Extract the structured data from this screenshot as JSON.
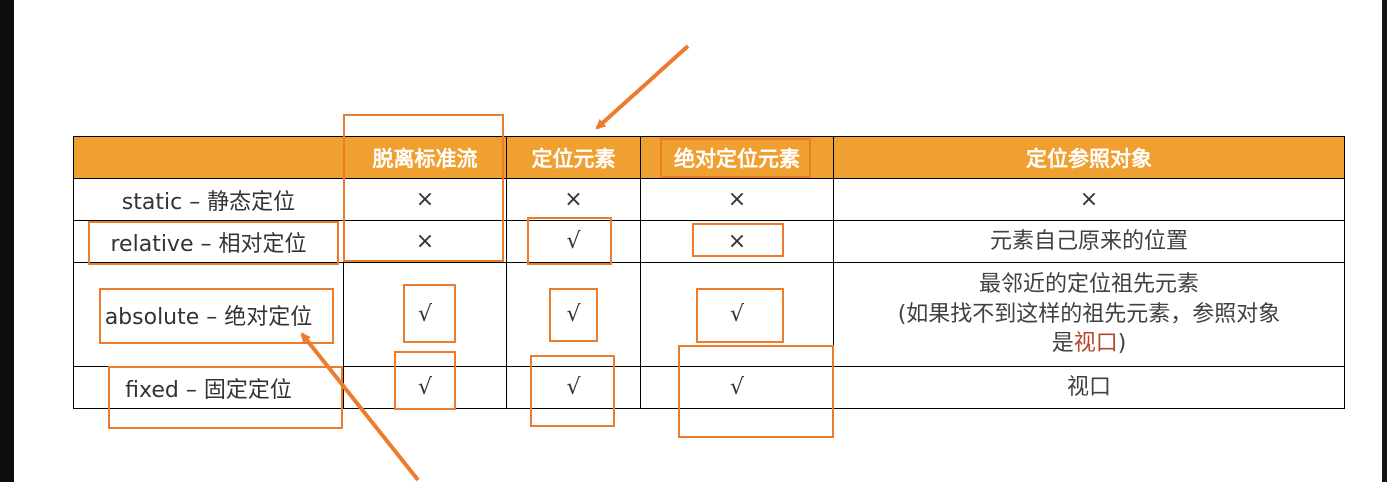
{
  "headers": [
    "",
    "脱离标准流",
    "定位元素",
    "绝对定位元素",
    "定位参照对象"
  ],
  "rows": [
    {
      "name": "static – 静态定位",
      "cells": [
        "×",
        "×",
        "×"
      ],
      "ref_lines": [
        "×"
      ]
    },
    {
      "name": "relative – 相对定位",
      "cells": [
        "×",
        "√",
        "×"
      ],
      "ref_lines": [
        "元素自己原来的位置"
      ]
    },
    {
      "name": "absolute – 绝对定位",
      "cells": [
        "√",
        "√",
        "√"
      ],
      "ref_lines": [
        "最邻近的定位祖先元素",
        "(如果找不到这样的祖先元素，参照对象"
      ],
      "ref_tail_prefix": "是",
      "ref_tail_highlight": "视口",
      "ref_tail_suffix": ")"
    },
    {
      "name": "fixed – 固定定位",
      "cells": [
        "√",
        "√",
        "√"
      ],
      "ref_lines": [
        "视口"
      ]
    }
  ],
  "colors": {
    "header_bg": "#f0a030",
    "annotation": "#ec7b2c",
    "cross": "#d0021b"
  }
}
